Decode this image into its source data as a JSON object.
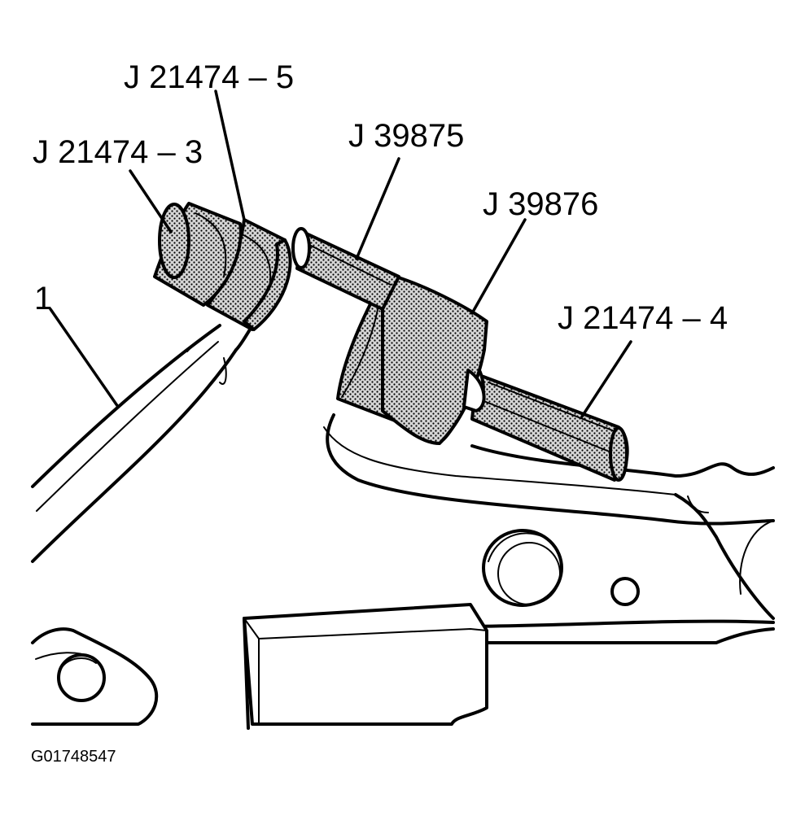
{
  "labels": {
    "part1": "1",
    "tool_j21474_5": "J 21474 – 5",
    "tool_j21474_3": "J 21474 – 3",
    "tool_j39875": "J 39875",
    "tool_j39876": "J 39876",
    "tool_j21474_4": "J 21474 – 4"
  },
  "figure_id": "G01748547"
}
